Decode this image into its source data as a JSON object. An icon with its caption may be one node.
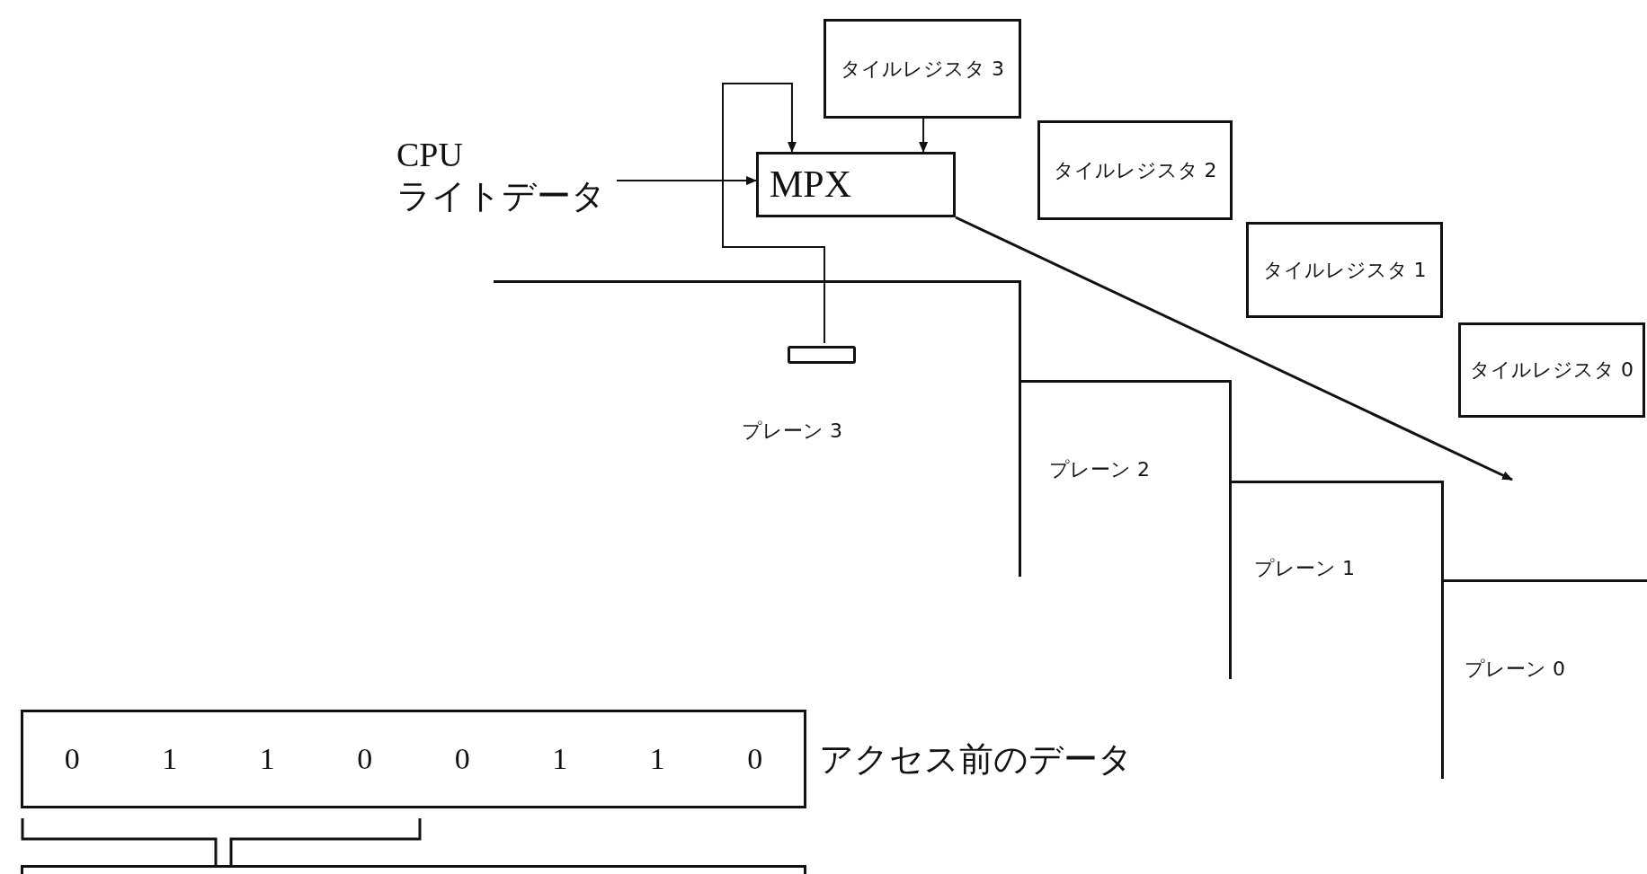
{
  "diagram": {
    "nodes": [
      {
        "text": [
          "CPU ライトデータ"
        ]
      },
      {
        "text": [
          "MPX"
        ]
      },
      {
        "text": [
          "タイルレジスタ 3"
        ]
      },
      {
        "text": [
          "タイルレジスタ 2"
        ]
      },
      {
        "text": [
          "タイルレジスタ 1"
        ]
      },
      {
        "text": [
          "タイルレジスタ 0"
        ]
      },
      {
        "text": [
          "プレーン 3"
        ]
      },
      {
        "text": [],
        "shape": "bar",
        "in": 6
      },
      {
        "text": [
          "プレーン 2"
        ]
      },
      {
        "text": [
          "プレーン 1"
        ]
      },
      {
        "text": [
          "プレーン 0"
        ]
      },
      {
        "text": [
          "0",
          "1",
          "1",
          "0",
          "0",
          "1",
          "1",
          "0"
        ],
        "beside": [
          "アクセス前のデータ"
        ]
      },
      {
        "text": [],
        "shape": "box"
      }
    ],
    "edges": [
      {
        "from": 0,
        "to": 1,
        "arrow": "to"
      },
      {
        "from": 2,
        "to": 1,
        "arrow": "to"
      },
      {
        "from": 7,
        "to": 1,
        "arrow": "to"
      },
      {
        "from": 1,
        "to": null,
        "arrow": "to"
      }
    ]
  }
}
